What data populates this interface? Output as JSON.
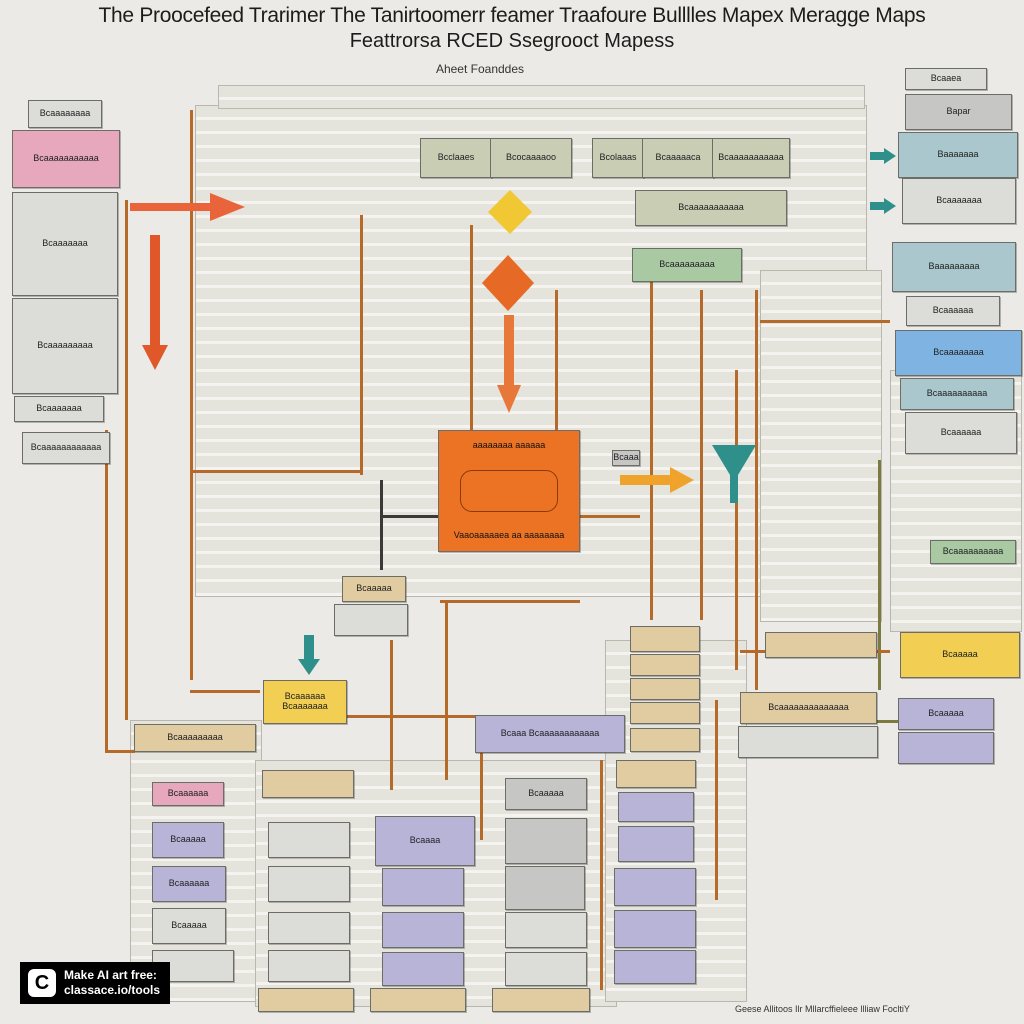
{
  "header": {
    "title_line1": "The Proocefeed Trarimer The Tanirtoomerr feamer Traafoure Bulllles Mapex   Meragge Maps",
    "title_line2": "Feattrorsa RCED Ssegrooct Mapess",
    "subtitle": "Aheet Foanddes"
  },
  "watermark": {
    "logo": "C",
    "line1": "Make AI art free:",
    "line2": "classace.io/tools"
  },
  "footer": {
    "text": "Geese Allitoos Ilr  Mllarcffieleee  llliaw FocltiY"
  },
  "center": {
    "label_top": "aaaaaaaa aaaaaa",
    "label_bottom": "Vaaoaaaaaea aa aaaaaaaa"
  },
  "boxes": {
    "top_a": "Bcclaaes",
    "top_b": "Bcocaaaaoo",
    "top_c": "Bcolaaas",
    "top_d": "Bcaaaaaca",
    "top_e": "Bcaaaaaaaaaaa",
    "mid_a": "Bcaaaaaaaaaaa",
    "mid_b": "Bcaaaaaaaaa",
    "mid_c": "Bcaaa",
    "right_1": "Bcaaea",
    "right_2": "Bapar",
    "right_3": "Baaaaaaa",
    "right_4": "Bcaaaaaaa",
    "right_5": "Baaaaaaaaa",
    "right_6": "Bcaaaaaa",
    "right_7": "Bcaaaaaaaa",
    "right_8": "Bcaaaaaaaaaa",
    "right_9": "Bcaaaaaa",
    "right_10": "Bcaaaaaaaaaa",
    "right_11": "Bcaaaaa",
    "right_12": "Bcaaaaa",
    "left_1": "Bcaaaaaaaa",
    "left_2": "Bcaaaaaaaaaaa",
    "left_3": "Bcaaaaaaa",
    "left_4": "Bcaaaaaaaaa",
    "left_5": "Bcaaaaaaa",
    "left_6": "Bcaaaaaaaaaaaa",
    "left_7": "Bcaaaaaaaaa",
    "bottom_yellow": "Bcaaaaaa Bcaaaaaaa",
    "bottom_purple": "Bcaaa Bcaaaaaaaaaaaa",
    "bottom_tan": "Bcaaaaaaaaaaaaaa",
    "bottom_gray": "Bcaaaaa",
    "stack_1": "Bcaaaaaa",
    "stack_2": "Bcaaaaa",
    "stack_3": "Bcaaaaaa",
    "stack_4": "Bcaaaaa",
    "stack_5": "Bcaaaa",
    "stack_6": "Bcaaaaa"
  },
  "colors": {
    "orange": "#ec7324",
    "yellow": "#f2cf52",
    "teal": "#2f8f8b",
    "brown": "#b56a2a"
  }
}
